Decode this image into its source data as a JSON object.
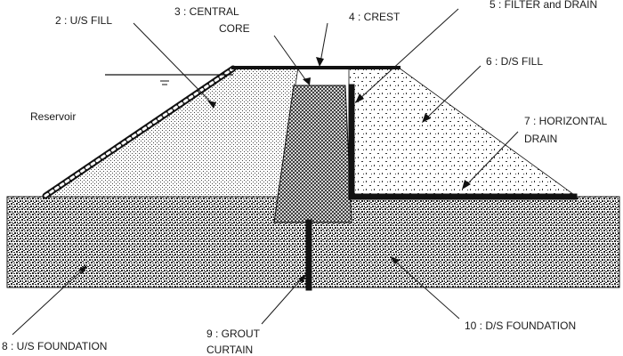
{
  "labels": {
    "us_fill": "2 : U/S FILL",
    "central_core_1": "3 : CENTRAL",
    "central_core_2": "CORE",
    "crest": "4 : CREST",
    "filter_drain": "5 : FILTER and DRAIN",
    "ds_fill": "6 : D/S FILL",
    "horizontal_drain_1": "7 : HORIZONTAL",
    "horizontal_drain_2": "DRAIN",
    "us_foundation": "8 : U/S FOUNDATION",
    "grout_curtain_1": "9 : GROUT",
    "grout_curtain_2": "CURTAIN",
    "ds_foundation": "10 : D/S FOUNDATION",
    "reservoir": "Reservoir"
  }
}
